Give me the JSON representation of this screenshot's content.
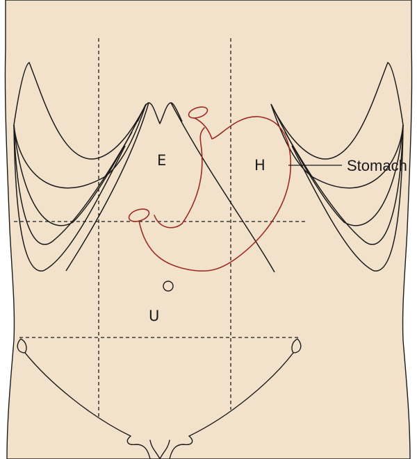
{
  "diagram": {
    "labels": {
      "epigastric": "E",
      "hypochondrium": "H",
      "umbilical": "U",
      "callout": "Stomach"
    },
    "colors": {
      "skin": "#f2e2cb",
      "outline": "#1a1a1a",
      "stomach": "#9b2a22"
    }
  }
}
